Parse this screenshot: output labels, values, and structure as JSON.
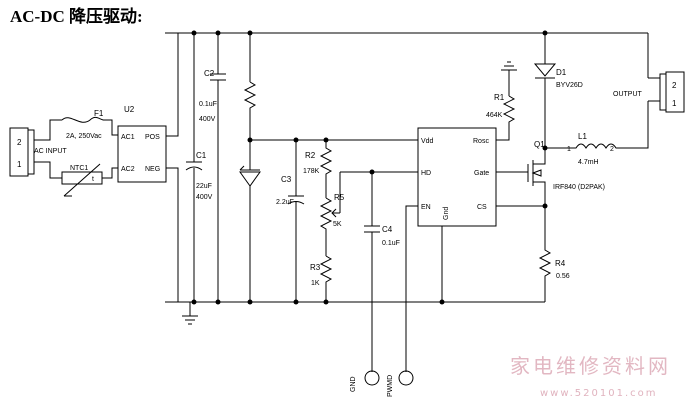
{
  "title": "AC-DC 降压驱动:",
  "labels": {
    "j_in_pin2": "2",
    "j_in_pin1": "1",
    "ac_input": "AC INPUT",
    "f1_name": "F1",
    "f1_value": "2A, 250Vac",
    "ntc_name": "NTC1",
    "ntc_t": "t",
    "u2_name": "U2",
    "u2_ac1": "AC1",
    "u2_pos": "POS",
    "u2_ac2": "AC2",
    "u2_neg": "NEG",
    "c2_name": "C2",
    "c2_value1": "0.1uF",
    "c2_value2": "400V",
    "c1_name": "C1",
    "c1_value1": "22uF",
    "c1_value2": "400V",
    "c3_name": "C3",
    "c3_value": "2.2uF",
    "r2_name": "R2",
    "r2_value": "178K",
    "r5_name": "R5",
    "r5_value": "5K",
    "r3_name": "R3",
    "r3_value": "1K",
    "c4_name": "C4",
    "c4_value": "0.1uF",
    "ic_vdd": "Vdd",
    "ic_rosc": "Rosc",
    "ic_hd": "HD",
    "ic_gate": "Gate",
    "ic_en": "EN",
    "ic_gnd": "Gnd",
    "ic_cs": "CS",
    "r1_name": "R1",
    "r1_value": "464K",
    "d1_name": "D1",
    "d1_value": "BYV26D",
    "q1_name": "Q1",
    "q1_value": "IRF840 (D2PAK)",
    "l1_name": "L1",
    "l1_pin1": "1",
    "l1_pin2": "2",
    "l1_value": "4.7mH",
    "r4_name": "R4",
    "r4_value": "0.56",
    "output": "OUTPUT",
    "out_pin2": "2",
    "out_pin1": "1",
    "gnd": "GND",
    "pwmd": "PWMD"
  },
  "watermark": {
    "text": "家电维修资料网",
    "url": "www.520101.com"
  }
}
